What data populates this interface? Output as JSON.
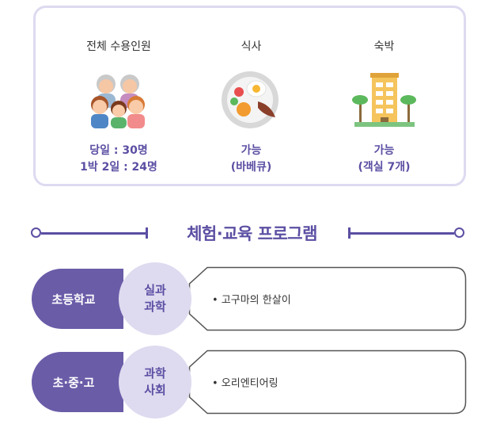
{
  "info": {
    "capacity": {
      "title": "전체 수용인원",
      "icon": "family-icon",
      "values": [
        "당일 : 30명",
        "1박 2일 : 24명"
      ]
    },
    "meal": {
      "title": "식사",
      "icon": "meal-plate-icon",
      "values": [
        "가능",
        "(바베큐)"
      ]
    },
    "lodging": {
      "title": "숙박",
      "icon": "hotel-building-icon",
      "values": [
        "가능",
        "(객실 7개)"
      ]
    }
  },
  "section": {
    "title": "체험·교육 프로그램"
  },
  "programs": [
    {
      "level": "초등학교",
      "subject": [
        "실과",
        "과학"
      ],
      "content": "• 고구마의 한살이"
    },
    {
      "level": "초·중·고",
      "subject": [
        "과학",
        "사회"
      ],
      "content": "• 오리엔티어링"
    }
  ],
  "colors": {
    "accent": "#5b4fa3",
    "pill": "#6b5ca8",
    "circle": "#dedbf0",
    "border": "#dddaf0"
  }
}
